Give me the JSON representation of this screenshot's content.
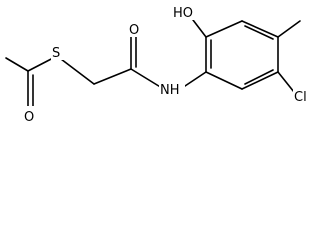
{
  "molecule": {
    "atoms": {
      "s": "S",
      "o_carbonyl_left": "O",
      "o_carbonyl_amide": "O",
      "nh": "NH",
      "ho": "HO",
      "cl": "Cl"
    }
  },
  "colors": {
    "bond": "#000000",
    "label": "#000000",
    "background": "#ffffff"
  }
}
